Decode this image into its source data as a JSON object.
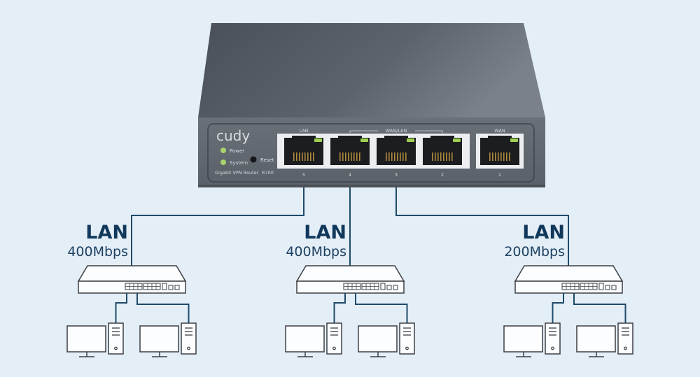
{
  "router": {
    "brand": "cudy",
    "model_label": "Gigabit VPN Router",
    "model": "R700",
    "indicators": [
      {
        "label": "Power",
        "color": "#a8d36c"
      },
      {
        "label": "System",
        "color": "#a8d36c"
      }
    ],
    "reset_label": "Reset",
    "group_labels": {
      "lan": "LAN",
      "wan_lan": "WAN/LAN",
      "wan": "WAN"
    },
    "ports": [
      {
        "number": "5",
        "type": "LAN"
      },
      {
        "number": "4",
        "type": "WAN/LAN"
      },
      {
        "number": "3",
        "type": "WAN/LAN"
      },
      {
        "number": "2",
        "type": "WAN/LAN"
      },
      {
        "number": "1",
        "type": "WAN"
      }
    ],
    "port_led_color": "#9fd04f"
  },
  "branches": [
    {
      "title": "LAN",
      "speed": "400Mbps"
    },
    {
      "title": "LAN",
      "speed": "400Mbps"
    },
    {
      "title": "LAN",
      "speed": "200Mbps"
    }
  ],
  "colors": {
    "background": "#e4eef7",
    "line": "#1e4a6a",
    "icon_stroke": "#3c3f44",
    "text_dark": "#10385a"
  }
}
